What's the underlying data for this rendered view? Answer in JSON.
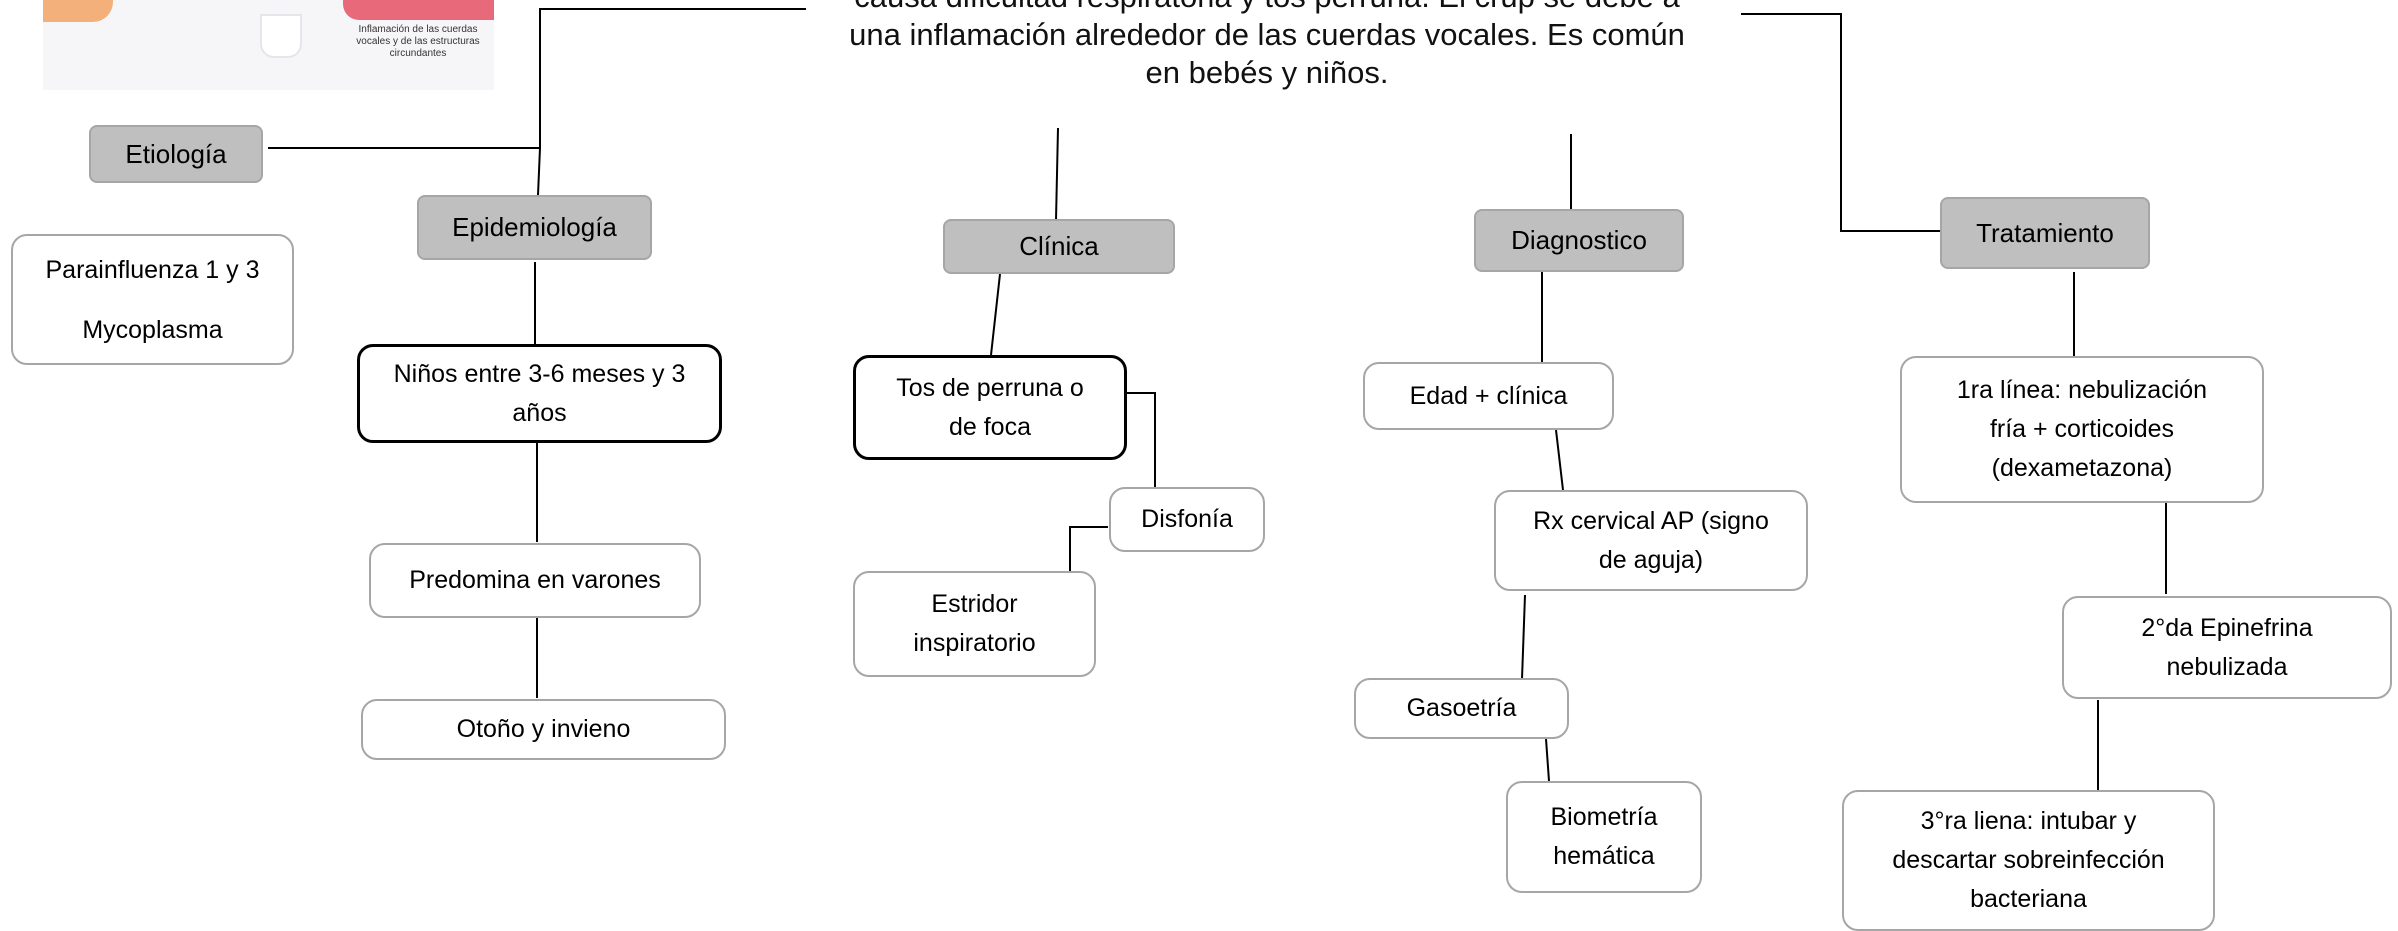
{
  "illustration": {
    "caption": "Inflamación de las cuerdas vocales y de las estructuras circundantes"
  },
  "top_text": {
    "line1": "causa dificultad respiratoria y tos perruna. El crup se debe a",
    "line2": "una inflamación alrededor de las cuerdas vocales. Es común",
    "line3": "en bebés y niños."
  },
  "headers": {
    "etiologia": "Etiología",
    "epidemiologia": "Epidemiología",
    "clinica": "Clínica",
    "diagnostico": "Diagnostico",
    "tratamiento": "Tratamiento"
  },
  "etiologia": {
    "items": [
      "Parainfluenza 1 y 3",
      "Mycoplasma"
    ]
  },
  "epidemiologia": {
    "edad": {
      "line1": "Niños entre 3-6 meses y 3",
      "line2": "años"
    },
    "sexo": "Predomina en varones",
    "estacion": "Otoño y invieno"
  },
  "clinica": {
    "tos": {
      "line1": "Tos de perruna o",
      "line2": "de foca"
    },
    "disfonia": "Disfonía",
    "estridor": {
      "line1": "Estridor",
      "line2": "inspiratorio"
    }
  },
  "diagnostico": {
    "edad": "Edad + clínica",
    "rx": {
      "line1": "Rx cervical AP (signo",
      "line2": "de aguja)"
    },
    "gasometria": "Gasoetría",
    "biometria": {
      "line1": "Biometría",
      "line2": "hemática"
    }
  },
  "tratamiento": {
    "primera": {
      "line1": "1ra línea: nebulización",
      "line2": "fría + corticoides",
      "line3": "(dexametazona)"
    },
    "segunda": {
      "line1": "2°da Epinefrina",
      "line2": "nebulizada"
    },
    "tercera": {
      "line1": "3°ra liena: intubar y",
      "line2": "descartar sobreinfección",
      "line3": "bacteriana"
    }
  }
}
